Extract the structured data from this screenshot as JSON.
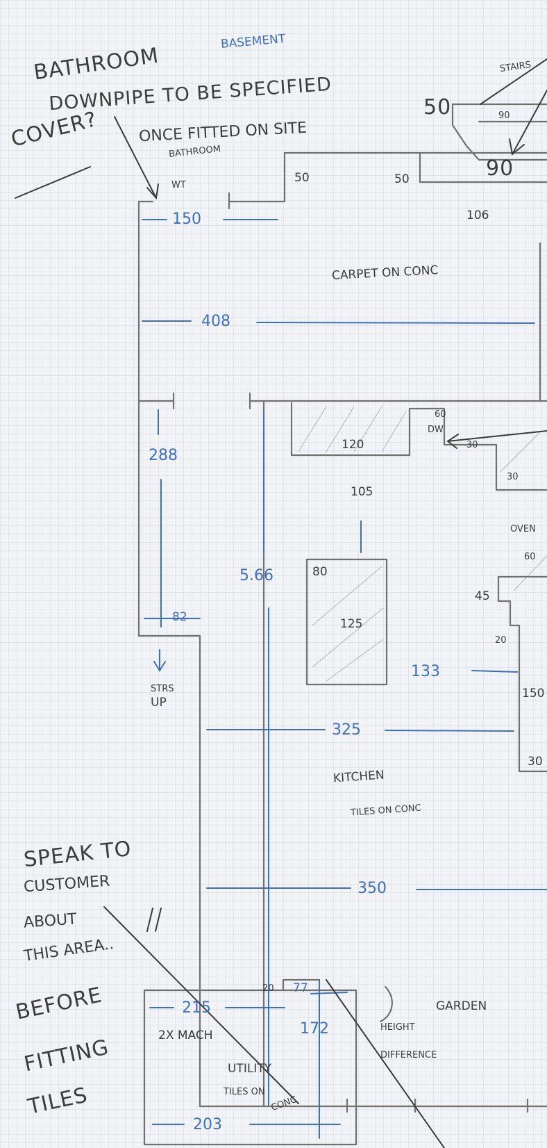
{
  "labels": {
    "basement": "BASEMENT",
    "bathroom": "BATHROOM",
    "downpipe": "DOWNPIPE TO BE SPECIFIED",
    "once_fitted": "ONCE FITTED ON SITE",
    "cover": "COVER?",
    "bathroom_wt": "BATHROOM",
    "wt": "WT",
    "stairs_top": "STAIRS",
    "carpet_on_conc": "CARPET ON CONC",
    "dw": "DW",
    "oven": "OVEN",
    "strs_up_1": "STRS",
    "strs_up_2": "UP",
    "kitchen": "KITCHEN",
    "tiles_on_conc_kitchen": "TILES ON CONC",
    "speak_1": "SPEAK TO",
    "speak_2": "CUSTOMER",
    "speak_3": "ABOUT",
    "speak_4": "THIS AREA..",
    "before_1": "BEFORE",
    "before_2": "FITTING",
    "before_3": "TILES",
    "garden": "GARDEN",
    "height_1": "HEIGHT",
    "height_2": "DIFFERENCE",
    "two_x_mach": "2X MACH",
    "utility": "UTILITY",
    "tiles_on_1": "TILES ON",
    "tiles_on_2": "CONC"
  },
  "dimensions": {
    "d50_big": "50",
    "d90_small": "90",
    "d90_big": "90",
    "d50_a": "50",
    "d50_b": "50",
    "d150": "150",
    "d106": "106",
    "d408": "408",
    "d60": "60",
    "d30_a": "30",
    "d30_b": "30",
    "d288": "288",
    "d120": "120",
    "d105": "105",
    "d566": "5.66",
    "d80": "80",
    "d125": "125",
    "d60_oven": "60",
    "d45": "45",
    "d20": "20",
    "d82": "82",
    "d133": "133",
    "d150_right": "150",
    "d325": "325",
    "d30_right": "30",
    "d350": "350",
    "d20_util": "20",
    "d77": "77",
    "d215": "215",
    "d172": "172",
    "d203": "203"
  }
}
